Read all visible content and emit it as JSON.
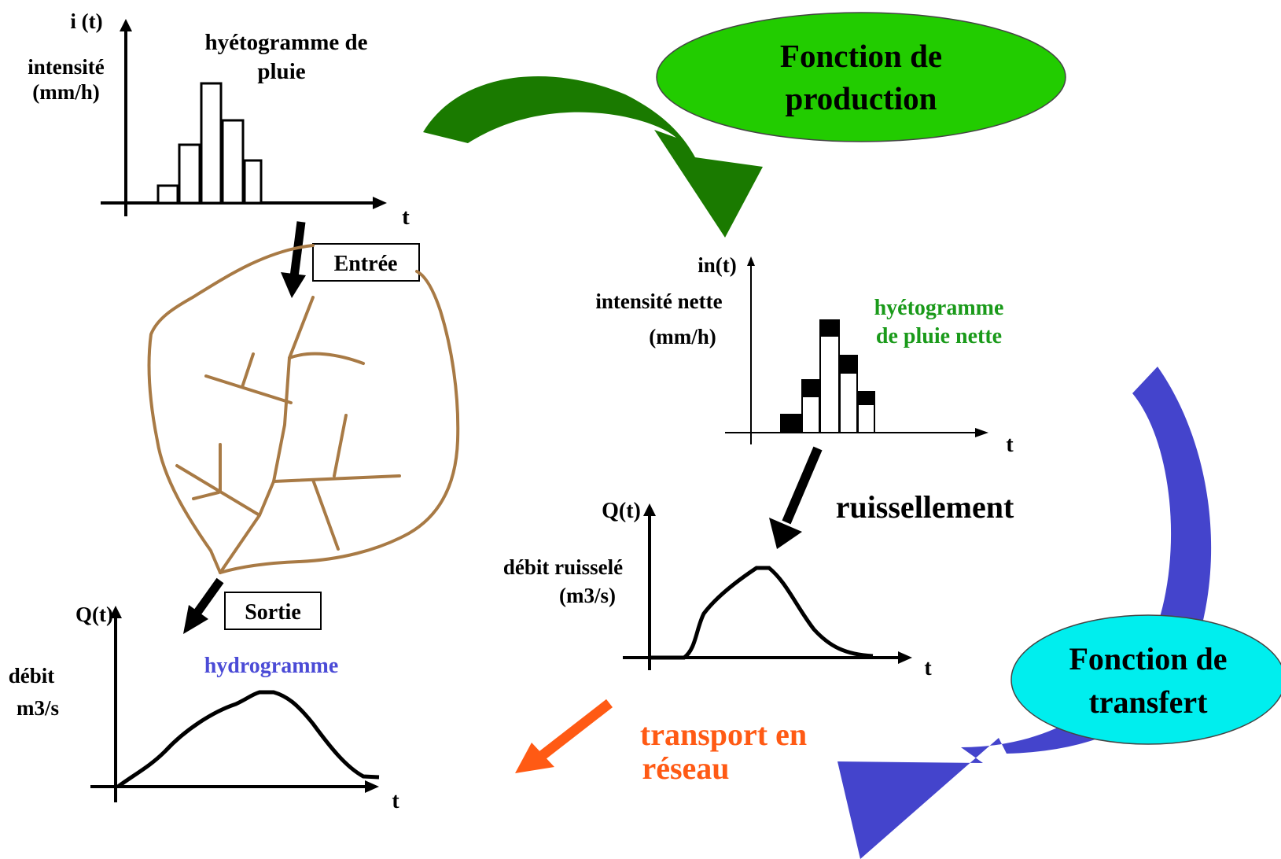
{
  "colors": {
    "production_ellipse": "#22cc00",
    "production_arrow": "#1a7a00",
    "transfer_ellipse": "#00eeee",
    "transfer_arrow": "#4444cc",
    "net_rain_text": "#1a9a1a",
    "hydrogram_text": "#4b4bd6",
    "transport_text": "#ff5a14",
    "catchment": "#a87a45"
  },
  "graph1": {
    "y_label": "i (t)",
    "y_desc_line1": "intensité",
    "y_desc_line2": "(mm/h)",
    "title_line1": "hyétogramme de",
    "title_line2": "pluie",
    "x_label": "t"
  },
  "catchment": {
    "entry_label": "Entrée",
    "exit_label": "Sortie"
  },
  "graph_out": {
    "y_label": "Q(t)",
    "y_desc_line1": "débit",
    "y_desc_line2": "m3/s",
    "title": "hydrogramme",
    "x_label": "t"
  },
  "production": {
    "line1": "Fonction de",
    "line2": "production"
  },
  "graph_net": {
    "y_label": "in(t)",
    "y_desc_line1": "intensité nette",
    "y_desc_line2": "(mm/h)",
    "title_line1": "hyétogramme",
    "title_line2": "de pluie nette",
    "x_label": "t"
  },
  "runoff": {
    "label": "ruissellement",
    "y_label": "Q(t)",
    "y_desc_line1": "débit ruisselé",
    "y_desc_line2": "(m3/s)",
    "x_label": "t"
  },
  "transfer": {
    "line1": "Fonction de",
    "line2": "transfert"
  },
  "transport": {
    "line1": "transport en",
    "line2": "réseau"
  }
}
